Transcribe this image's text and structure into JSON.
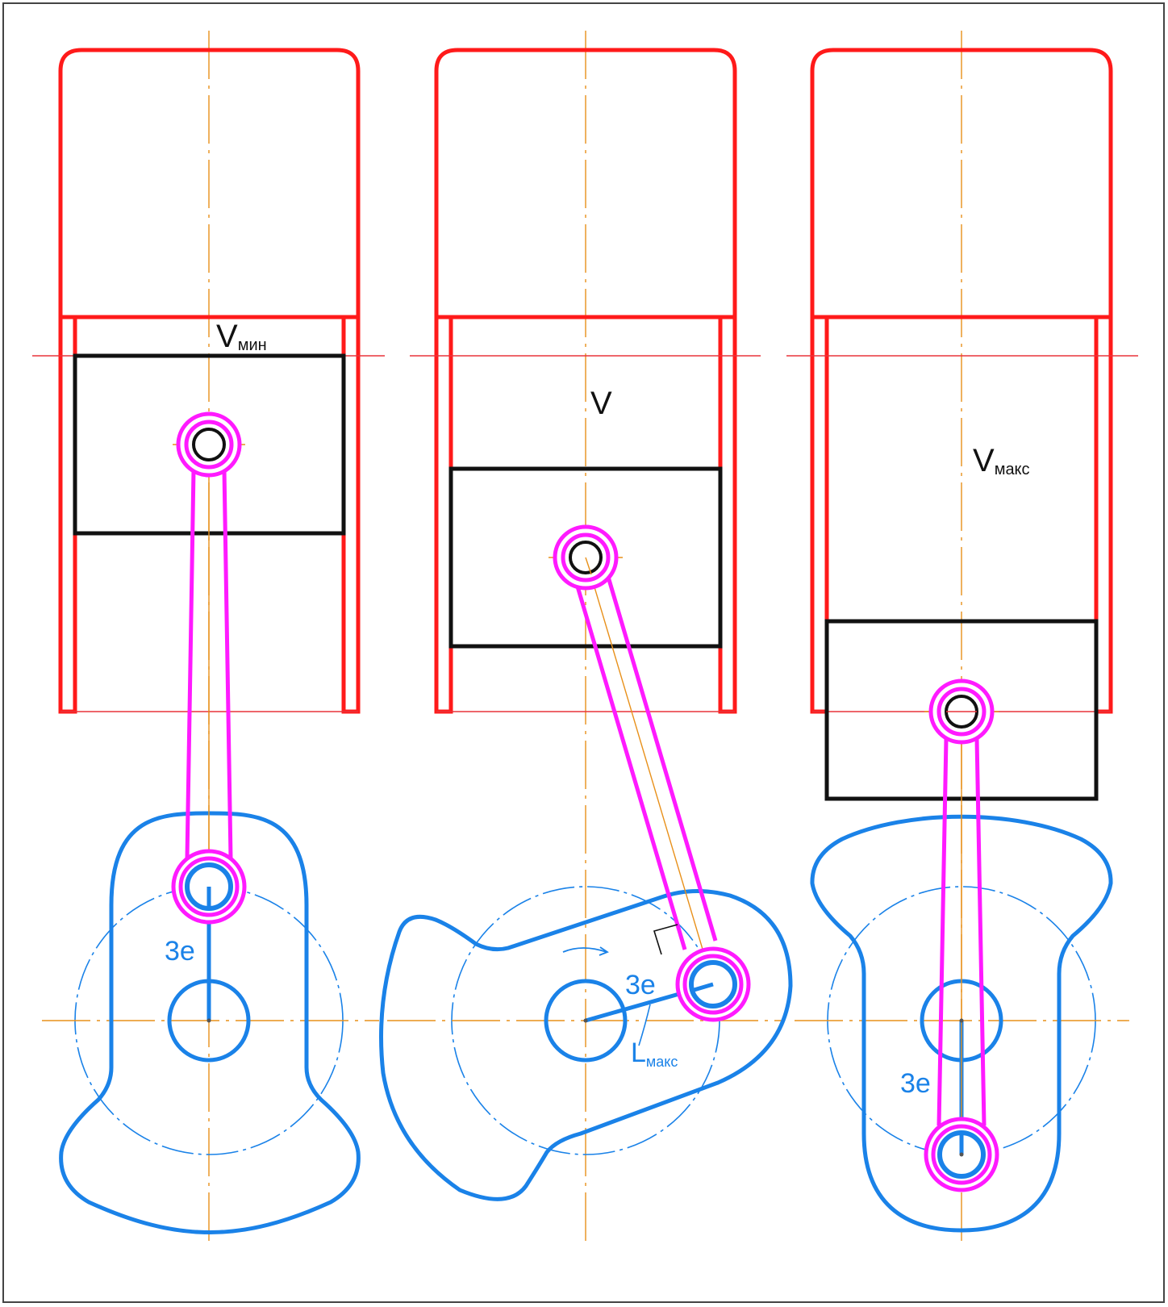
{
  "labels": {
    "panel_1": {
      "volume_main": "V",
      "volume_sub": "мин",
      "eccentric": "3e"
    },
    "panel_2": {
      "volume_main": "V",
      "eccentric": "3e",
      "length_main": "L",
      "length_sub": "макс"
    },
    "panel_3": {
      "volume_main": "V",
      "volume_sub": "макс",
      "eccentric": "3e"
    }
  },
  "colors": {
    "cylinder": "#ff1a1a",
    "piston": "#111111",
    "connecting_rod": "#ff1aff",
    "crank_disk": "#1a82e8",
    "center_line": "#e8901a",
    "reference_line": "#e8333a",
    "frame": "#444444"
  },
  "icons": {
    "rotation_arrow": "rotation-arrow-icon",
    "right_angle_marker": "right-angle-icon"
  }
}
